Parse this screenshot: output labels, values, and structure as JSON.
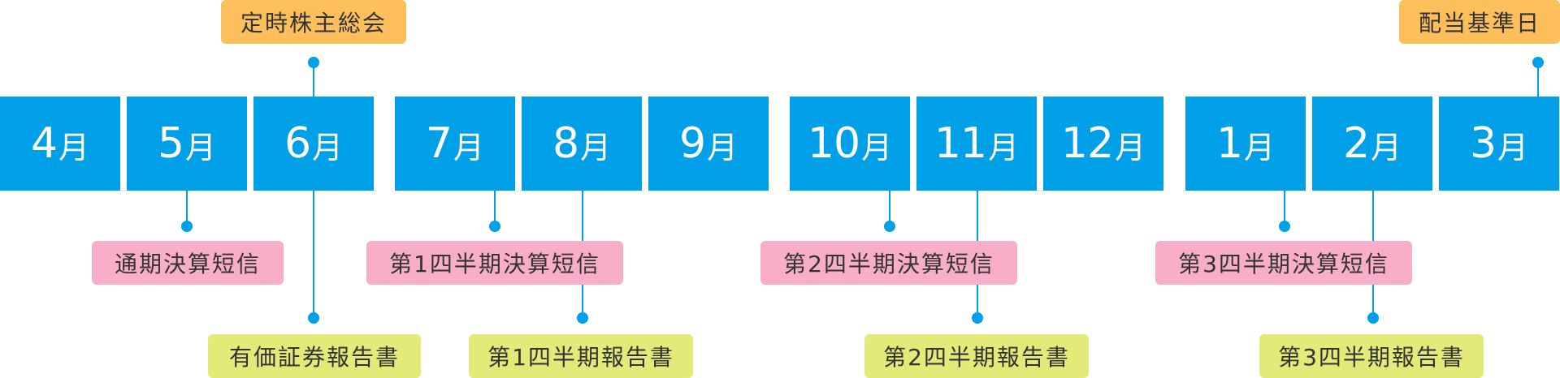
{
  "months": [
    {
      "num": "4",
      "unit": "月"
    },
    {
      "num": "5",
      "unit": "月"
    },
    {
      "num": "6",
      "unit": "月"
    },
    {
      "num": "7",
      "unit": "月"
    },
    {
      "num": "8",
      "unit": "月"
    },
    {
      "num": "9",
      "unit": "月"
    },
    {
      "num": "10",
      "unit": "月"
    },
    {
      "num": "11",
      "unit": "月"
    },
    {
      "num": "12",
      "unit": "月"
    },
    {
      "num": "1",
      "unit": "月"
    },
    {
      "num": "2",
      "unit": "月"
    },
    {
      "num": "3",
      "unit": "月"
    }
  ],
  "events": {
    "agm": "定時株主総会",
    "record_date": "配当基準日",
    "annual_earnings": "通期決算短信",
    "q1_earnings": "第1四半期決算短信",
    "q2_earnings": "第2四半期決算短信",
    "q3_earnings": "第3四半期決算短信",
    "annual_report": "有価証券報告書",
    "q1_report": "第1四半期報告書",
    "q2_report": "第2四半期報告書",
    "q3_report": "第3四半期報告書"
  },
  "colors": {
    "month_block": "#00a0e9",
    "shareholder_event": "#fcbf5c",
    "earnings_release": "#f8adc8",
    "report_filing": "#e3ea78"
  }
}
